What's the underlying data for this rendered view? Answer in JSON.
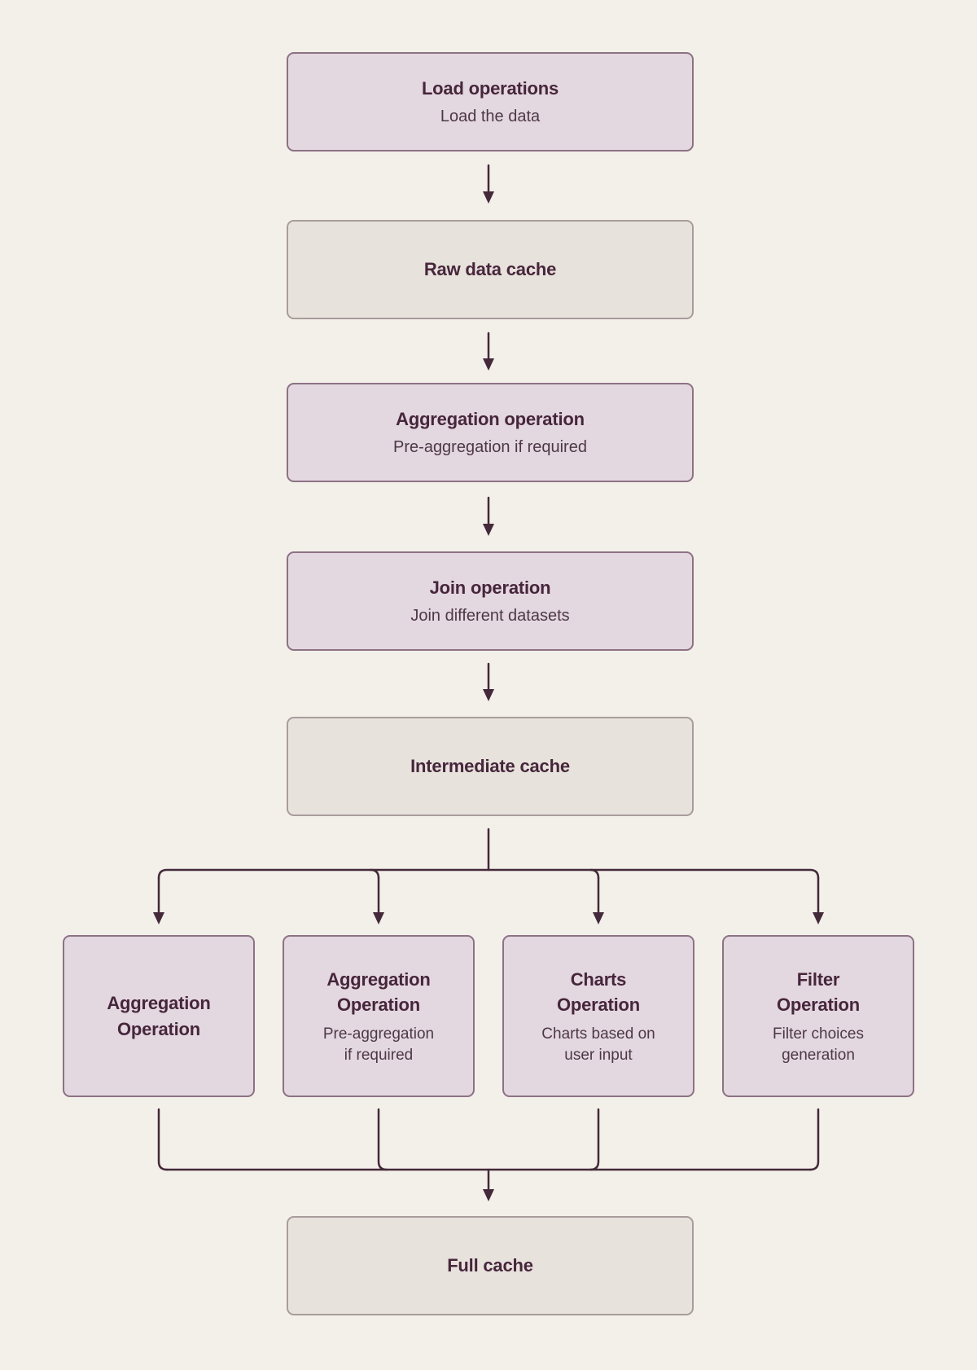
{
  "colors": {
    "background": "#F2F0E9",
    "operation_fill": "#E3D8DF",
    "operation_border": "#8D7184",
    "cache_fill": "#E7E3DC",
    "cache_border": "#A89C9C",
    "title_text": "#47263C",
    "subtitle_text": "#4E3847",
    "connector": "#43293A"
  },
  "nodes": {
    "load_operations": {
      "title": "Load operations",
      "subtitle": "Load the data"
    },
    "raw_data_cache": {
      "title": "Raw data cache"
    },
    "aggregation_operation": {
      "title": "Aggregation operation",
      "subtitle": "Pre-aggregation if required"
    },
    "join_operation": {
      "title": "Join operation",
      "subtitle": "Join different datasets"
    },
    "intermediate_cache": {
      "title": "Intermediate cache"
    },
    "aggregation_operation_branch_1": {
      "title": "Aggregation\nOperation"
    },
    "aggregation_operation_branch_2": {
      "title": "Aggregation\nOperation",
      "subtitle": "Pre-aggregation\nif required"
    },
    "charts_operation": {
      "title": "Charts\nOperation",
      "subtitle": "Charts based on\nuser input"
    },
    "filter_operation": {
      "title": "Filter\nOperation",
      "subtitle": "Filter choices\ngeneration"
    },
    "full_cache": {
      "title": "Full cache"
    }
  }
}
